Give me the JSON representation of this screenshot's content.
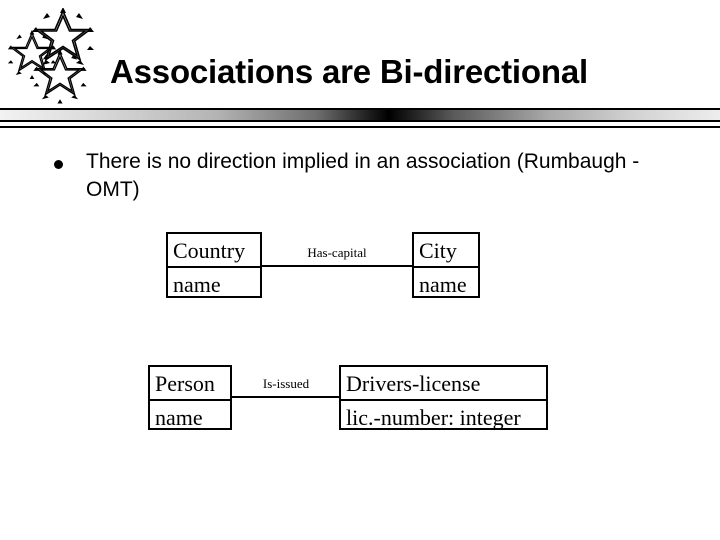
{
  "slide": {
    "title": "Associations are Bi-directional",
    "logo_icon": "three-spiky-stars-logo"
  },
  "body": {
    "bullets": [
      {
        "glyph": "round-bullet",
        "text": "There is no direction implied in an association (Rumbaugh - OMT)"
      }
    ]
  },
  "diagrams": [
    {
      "id": "country-city",
      "left_class": {
        "name": "Country",
        "attributes": "name"
      },
      "association": {
        "label": "Has-capital"
      },
      "right_class": {
        "name": "City",
        "attributes": "name"
      }
    },
    {
      "id": "person-drivers-license",
      "left_class": {
        "name": "Person",
        "attributes": "name"
      },
      "association": {
        "label": "Is-issued"
      },
      "right_class": {
        "name": "Drivers-license",
        "attributes": "lic.-number: integer"
      }
    }
  ],
  "colors": {
    "background": "#ffffff",
    "ink": "#000000",
    "rule_gradient_dark": "#000000",
    "rule_gradient_light": "#f2f2f2"
  }
}
